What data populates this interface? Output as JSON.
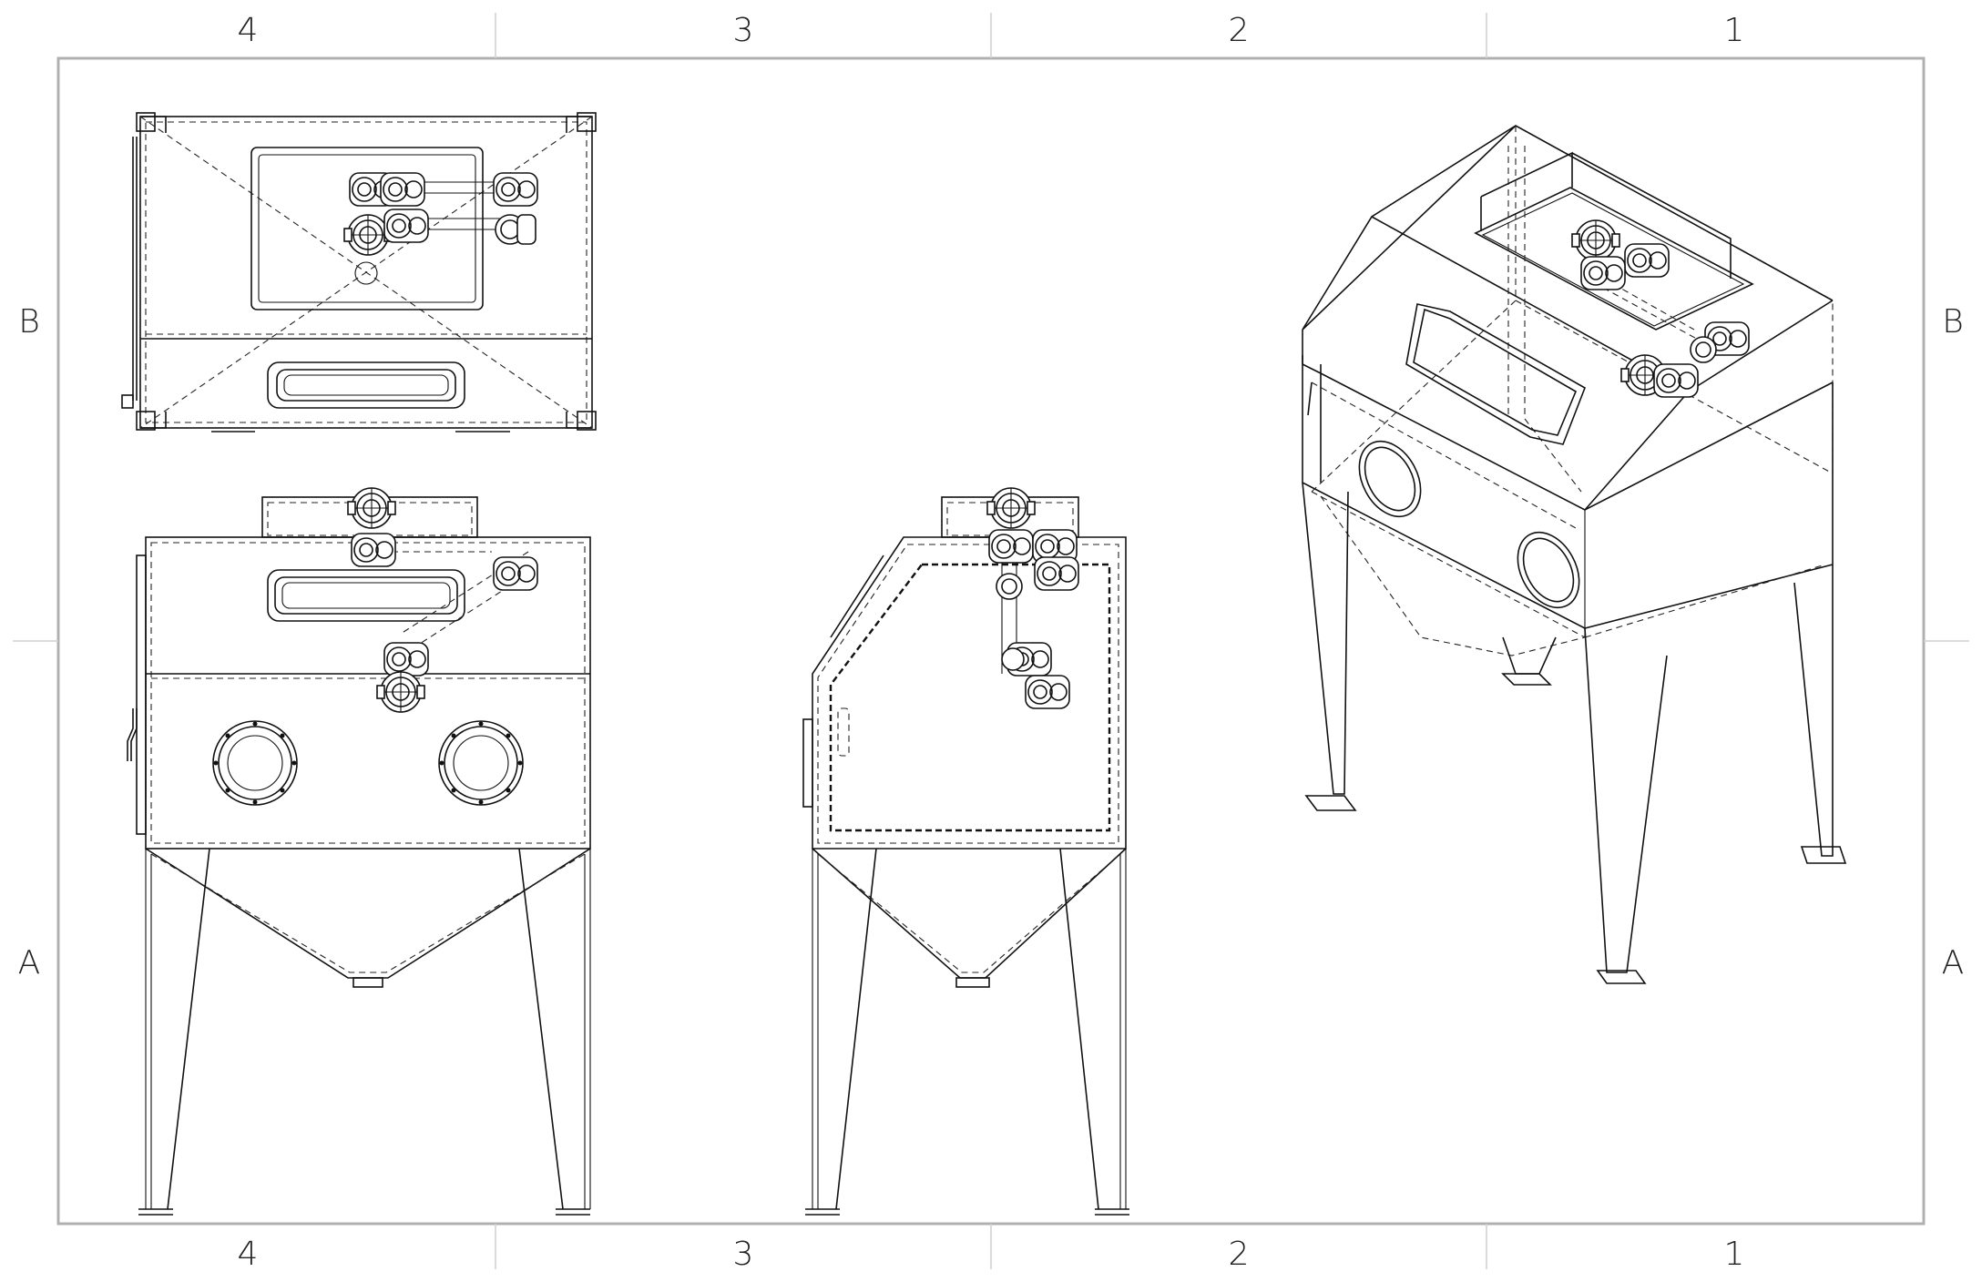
{
  "drawing": {
    "zones": {
      "columns": [
        "4",
        "3",
        "2",
        "1"
      ],
      "rows": [
        "B",
        "A"
      ]
    },
    "views": {
      "top": "top-view",
      "front": "front-view",
      "side": "side-view",
      "isometric": "isometric-view"
    },
    "colors": {
      "line": "#111111",
      "frame": "#b0b0b0",
      "paper": "#ffffff"
    }
  }
}
